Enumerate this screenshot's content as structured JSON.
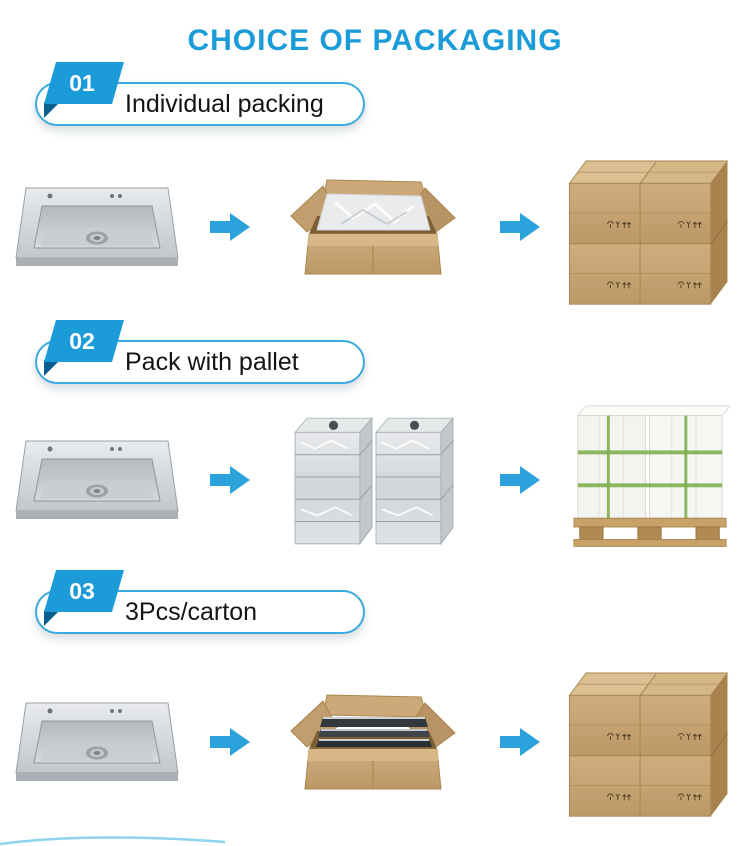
{
  "title": "CHOICE OF PACKAGING",
  "colors": {
    "accent_blue": "#1b9cd8",
    "accent_dark_blue": "#0b5e90",
    "arrow_blue": "#2ba2dc",
    "pill_border_blue": "#3aa9dd",
    "cardboard": "#c9a678",
    "cardboard_dark": "#a9854f",
    "pallet_strap_green": "#7fae4f",
    "label_text": "#141414"
  },
  "sections": [
    {
      "number": "01",
      "label": "Individual packing",
      "flow": [
        "sink-image",
        "arrow-right-icon",
        "open-carton-wrapped-sink-image",
        "arrow-right-icon",
        "carton-stack-image"
      ]
    },
    {
      "number": "02",
      "label": "Pack with pallet",
      "flow": [
        "sink-image",
        "arrow-right-icon",
        "wrapped-sink-stacks-image",
        "arrow-right-icon",
        "pallet-load-image"
      ]
    },
    {
      "number": "03",
      "label": "3Pcs/carton",
      "flow": [
        "sink-image",
        "arrow-right-icon",
        "open-carton-three-sinks-image",
        "arrow-right-icon",
        "carton-stack-image"
      ]
    }
  ]
}
